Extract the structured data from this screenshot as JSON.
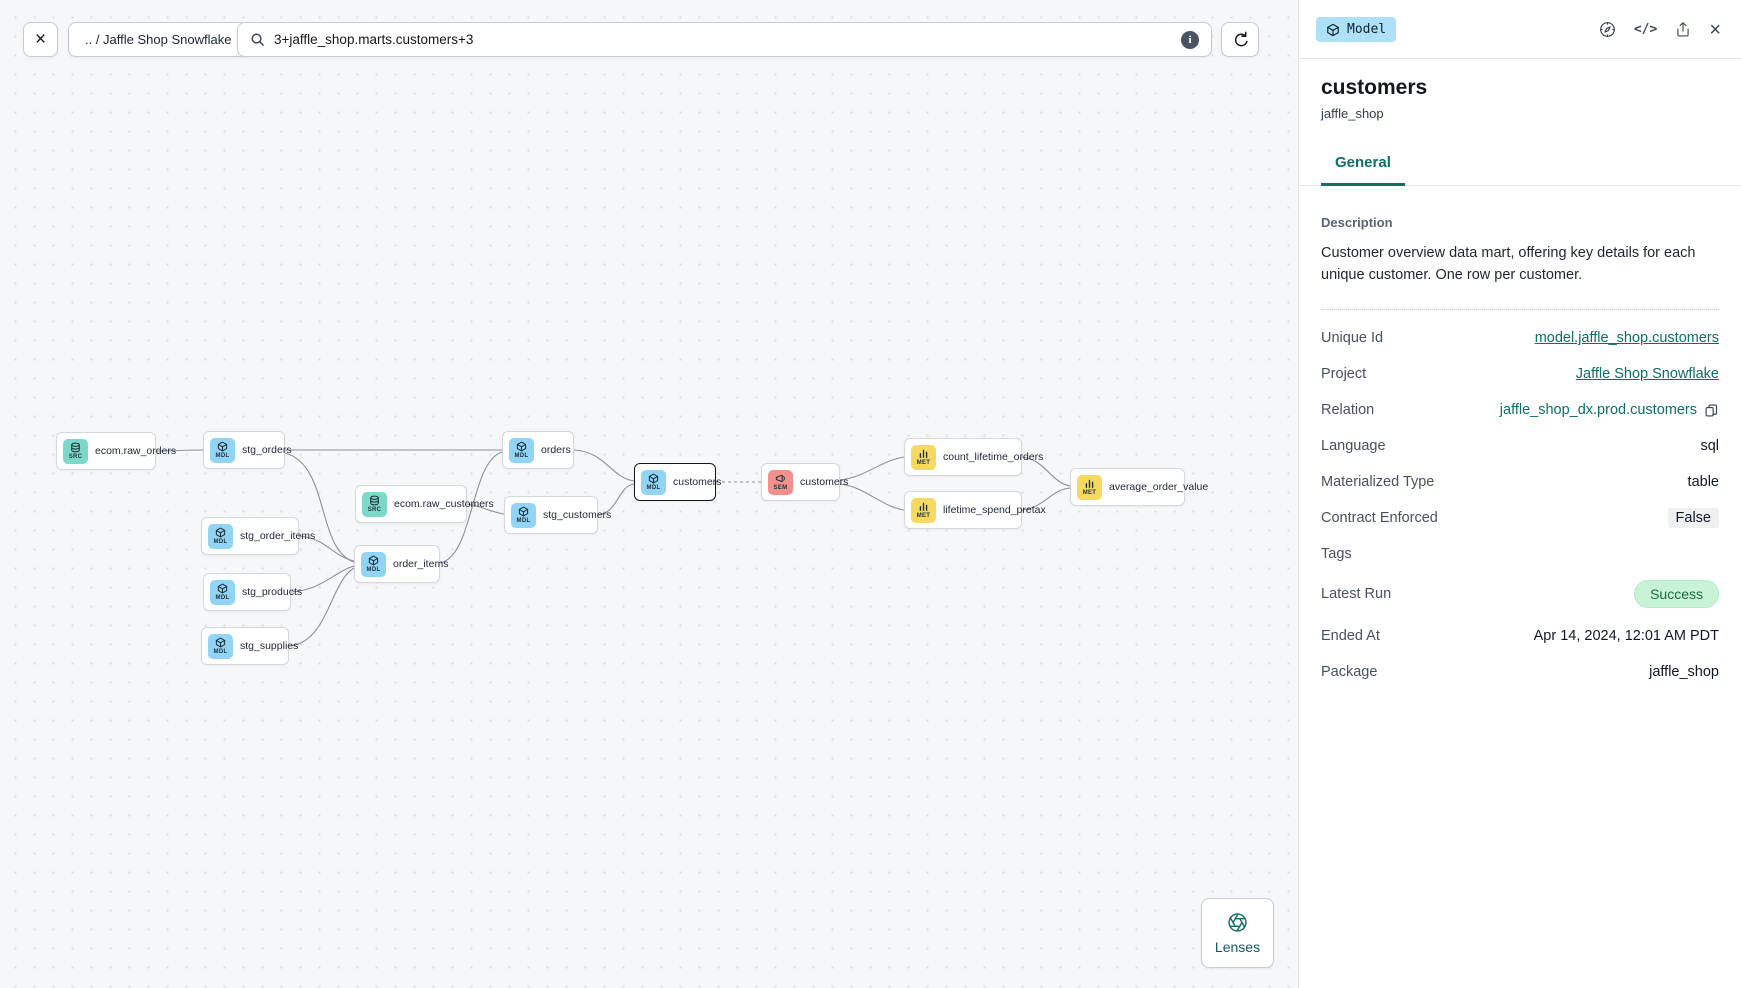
{
  "toolbar": {
    "close_label": "×",
    "breadcrumb": ".. / Jaffle Shop Snowflake",
    "search_value": "3+jaffle_shop.marts.customers+3"
  },
  "panel": {
    "type_badge": "Model",
    "title": "customers",
    "subtitle": "jaffle_shop",
    "tabs": [
      {
        "label": "General",
        "active": true
      }
    ],
    "description_label": "Description",
    "description": "Customer overview data mart, offering key details for each unique customer. One row per customer.",
    "fields": [
      {
        "label": "Unique Id",
        "value": "model.jaffle_shop.customers",
        "style": "link"
      },
      {
        "label": "Project",
        "value": "Jaffle Shop Snowflake",
        "style": "link"
      },
      {
        "label": "Relation",
        "value": "jaffle_shop_dx.prod.customers",
        "style": "teal-copy"
      },
      {
        "label": "Language",
        "value": "sql",
        "style": "plain"
      },
      {
        "label": "Materialized Type",
        "value": "table",
        "style": "plain"
      },
      {
        "label": "Contract Enforced",
        "value": "False",
        "style": "gray-badge"
      },
      {
        "label": "Tags",
        "value": "",
        "style": "plain"
      },
      {
        "label": "Latest Run",
        "value": "Success",
        "style": "success-pill"
      },
      {
        "label": "Ended At",
        "value": "Apr 14, 2024, 12:01 AM PDT",
        "style": "plain"
      },
      {
        "label": "Package",
        "value": "jaffle_shop",
        "style": "plain"
      }
    ]
  },
  "graph": {
    "nodes": [
      {
        "id": "ecom.raw_orders",
        "label": "ecom.raw_orders",
        "type": "SRC",
        "kind": "source"
      },
      {
        "id": "stg_orders",
        "label": "stg_orders",
        "type": "MDL",
        "kind": "model"
      },
      {
        "id": "ecom.raw_customers",
        "label": "ecom.raw_customers",
        "type": "SRC",
        "kind": "source"
      },
      {
        "id": "stg_order_items",
        "label": "stg_order_items",
        "type": "MDL",
        "kind": "model"
      },
      {
        "id": "stg_products",
        "label": "stg_products",
        "type": "MDL",
        "kind": "model"
      },
      {
        "id": "stg_supplies",
        "label": "stg_supplies",
        "type": "MDL",
        "kind": "model"
      },
      {
        "id": "order_items",
        "label": "order_items",
        "type": "MDL",
        "kind": "model"
      },
      {
        "id": "orders",
        "label": "orders",
        "type": "MDL",
        "kind": "model"
      },
      {
        "id": "stg_customers",
        "label": "stg_customers",
        "type": "MDL",
        "kind": "model"
      },
      {
        "id": "customers",
        "label": "customers",
        "type": "MDL",
        "kind": "model",
        "selected": true
      },
      {
        "id": "customers_semantic",
        "label": "customers",
        "type": "SEM",
        "kind": "semantic_model"
      },
      {
        "id": "count_lifetime_orders",
        "label": "count_lifetime_orders",
        "type": "MET",
        "kind": "metric"
      },
      {
        "id": "lifetime_spend_pretax",
        "label": "lifetime_spend_pretax",
        "type": "MET",
        "kind": "metric"
      },
      {
        "id": "average_order_value",
        "label": "average_order_value",
        "type": "MET",
        "kind": "metric"
      }
    ],
    "edges": [
      {
        "from": "ecom.raw_orders",
        "to": "stg_orders"
      },
      {
        "from": "stg_orders",
        "to": "orders"
      },
      {
        "from": "stg_orders",
        "to": "order_items"
      },
      {
        "from": "ecom.raw_customers",
        "to": "stg_customers"
      },
      {
        "from": "stg_order_items",
        "to": "order_items"
      },
      {
        "from": "stg_products",
        "to": "order_items"
      },
      {
        "from": "stg_supplies",
        "to": "order_items"
      },
      {
        "from": "order_items",
        "to": "orders"
      },
      {
        "from": "orders",
        "to": "customers"
      },
      {
        "from": "stg_customers",
        "to": "customers"
      },
      {
        "from": "customers",
        "to": "customers_semantic",
        "dashed": true
      },
      {
        "from": "customers_semantic",
        "to": "count_lifetime_orders"
      },
      {
        "from": "customers_semantic",
        "to": "lifetime_spend_pretax"
      },
      {
        "from": "count_lifetime_orders",
        "to": "average_order_value"
      },
      {
        "from": "lifetime_spend_pretax",
        "to": "average_order_value"
      }
    ]
  },
  "lenses": {
    "label": "Lenses"
  },
  "colors": {
    "accent_teal": "#0d6f66",
    "source_badge": "#7cd9c8",
    "model_badge": "#92d4f5",
    "semantic_badge": "#f2908c",
    "metric_badge": "#f7d860",
    "model_pill_bg": "#aee0f7",
    "success_bg": "#c9f3d6",
    "success_text": "#186b3a",
    "canvas_bg": "#f6f7f8"
  }
}
